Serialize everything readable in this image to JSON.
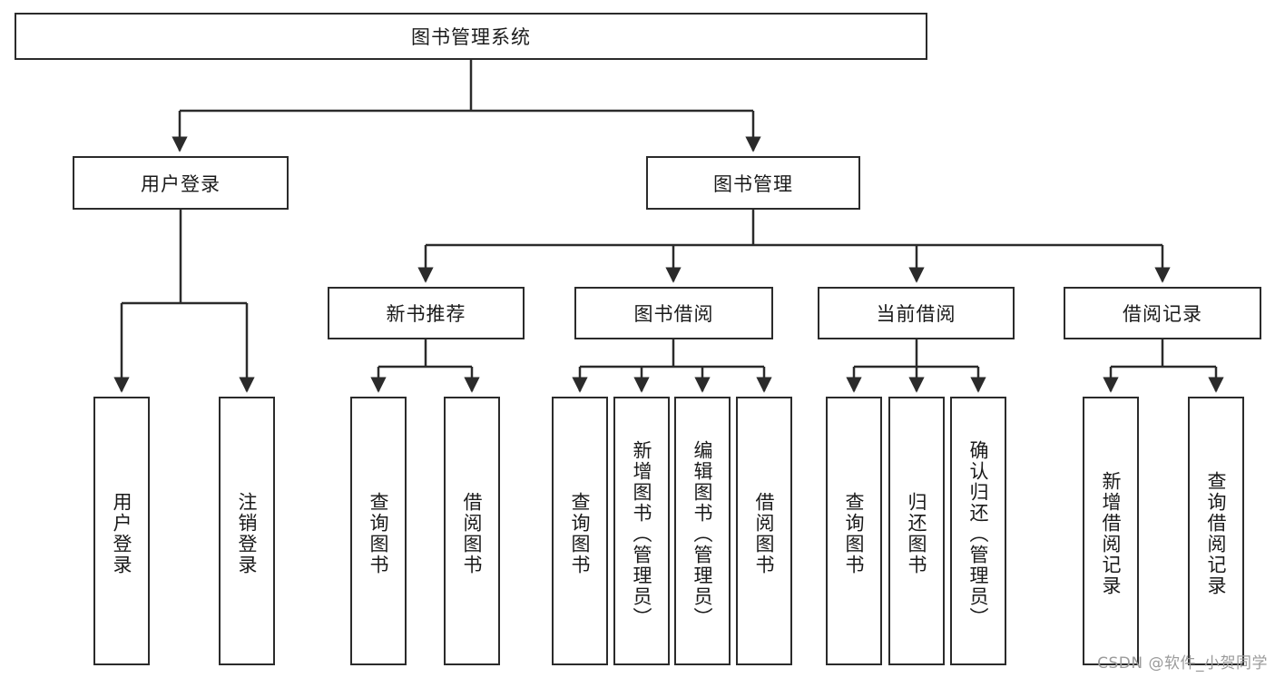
{
  "diagram": {
    "kind": "functional-structure-tree",
    "root": {
      "id": "root",
      "label": "图书管理系统"
    },
    "level2": [
      {
        "id": "user-login",
        "label": "用户登录"
      },
      {
        "id": "book-manage",
        "label": "图书管理"
      }
    ],
    "level3": [
      {
        "id": "new-book-recommend",
        "label": "新书推荐"
      },
      {
        "id": "book-borrow",
        "label": "图书借阅"
      },
      {
        "id": "current-borrow",
        "label": "当前借阅"
      },
      {
        "id": "borrow-record",
        "label": "借阅记录"
      }
    ],
    "leaves": {
      "user_login": [
        {
          "id": "leaf-user-login",
          "label": "用户登录"
        },
        {
          "id": "leaf-logout-login",
          "label": "注销登录"
        }
      ],
      "new_book_recommend": [
        {
          "id": "leaf-query-book-1",
          "label": "查询图书"
        },
        {
          "id": "leaf-borrow-book-1",
          "label": "借阅图书"
        }
      ],
      "book_borrow": [
        {
          "id": "leaf-query-book-2",
          "label": "查询图书"
        },
        {
          "id": "leaf-add-book",
          "label": "新增图书（管理员）"
        },
        {
          "id": "leaf-edit-book",
          "label": "编辑图书（管理员）"
        },
        {
          "id": "leaf-borrow-book-2",
          "label": "借阅图书"
        }
      ],
      "current_borrow": [
        {
          "id": "leaf-query-book-3",
          "label": "查询图书"
        },
        {
          "id": "leaf-return-book",
          "label": "归还图书"
        },
        {
          "id": "leaf-confirm-return",
          "label": "确认归还（管理员）"
        }
      ],
      "borrow_record": [
        {
          "id": "leaf-add-record",
          "label": "新增借阅记录"
        },
        {
          "id": "leaf-query-record",
          "label": "查询借阅记录"
        }
      ]
    }
  },
  "watermark": {
    "text": "CSDN @软件_小贺同学"
  },
  "colors": {
    "stroke": "#2b2b2b",
    "background": "#ffffff",
    "text": "#1a1a1a",
    "watermark": "#9b9b9b"
  }
}
